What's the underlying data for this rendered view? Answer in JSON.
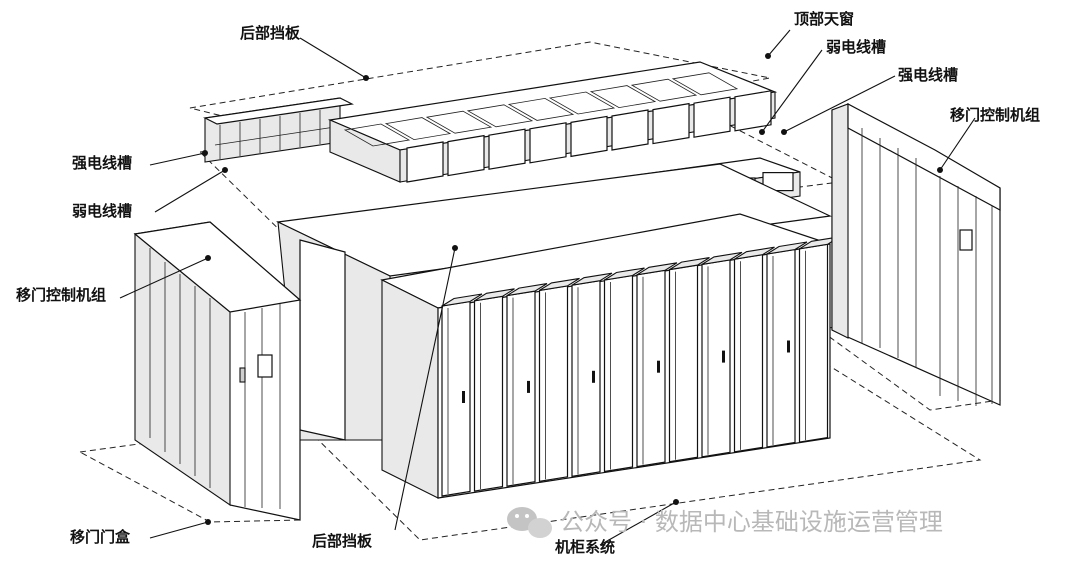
{
  "labels": {
    "rear_panel_top": "后部挡板",
    "top_skylight": "顶部天窗",
    "weak_trunking_right": "弱电线槽",
    "strong_trunking_right": "强电线槽",
    "sliding_door_ctrl_right": "移门控制机组",
    "strong_trunking_left": "强电线槽",
    "weak_trunking_left": "弱电线槽",
    "sliding_door_ctrl_left": "移门控制机组",
    "sliding_door_box": "移门门盒",
    "rear_panel_bottom": "后部挡板",
    "cabinet_system": "机柜系统"
  },
  "watermark": {
    "text": "公众号 · 数据中心基础设施运营管理",
    "icon": "wechat-icon"
  }
}
